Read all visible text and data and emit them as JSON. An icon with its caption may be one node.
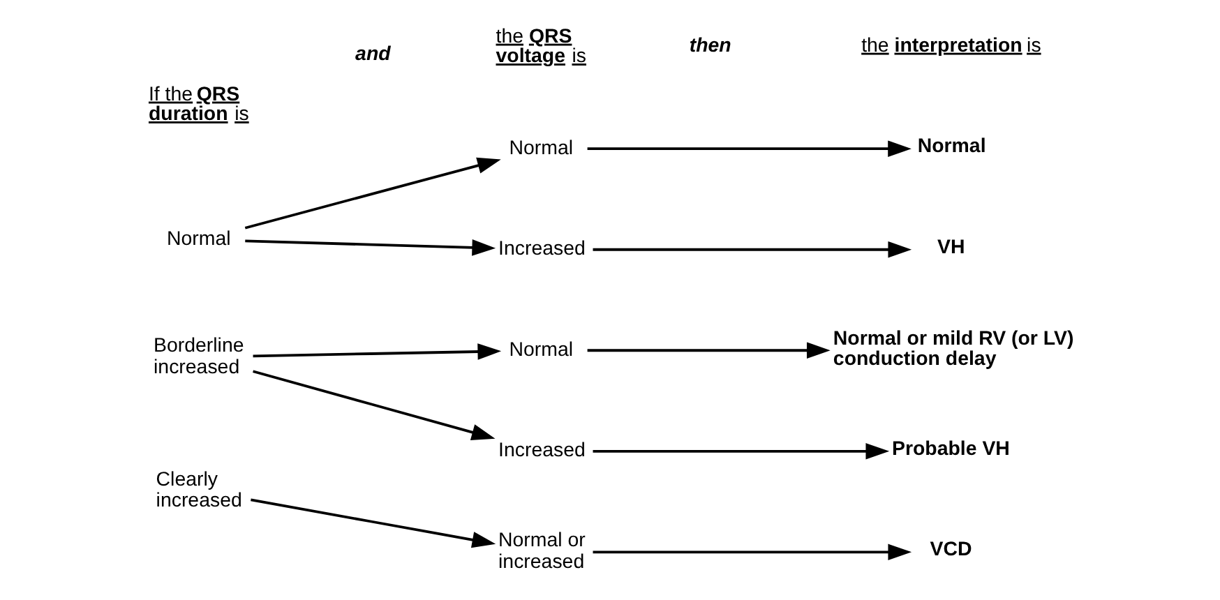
{
  "diagram": {
    "nodes": [
      {
        "text": [
          "Normal"
        ]
      },
      {
        "text": [
          "Normal"
        ]
      },
      {
        "text": [
          "Increased"
        ]
      },
      {
        "text": [
          "Normal"
        ]
      },
      {
        "text": [
          "VH"
        ]
      },
      {
        "text": [
          "Borderline increased"
        ]
      },
      {
        "text": [
          "Normal"
        ]
      },
      {
        "text": [
          "Increased"
        ]
      },
      {
        "text": [
          "Normal or mild RV (or LV) conduction delay"
        ]
      },
      {
        "text": [
          "Probable VH"
        ]
      },
      {
        "text": [
          "Clearly increased"
        ]
      },
      {
        "text": [
          "Normal or increased"
        ]
      },
      {
        "text": [
          "VCD"
        ]
      }
    ],
    "edges": [
      {
        "from": 0,
        "to": 1,
        "arrow": "to"
      },
      {
        "from": 0,
        "to": 2,
        "arrow": "to"
      },
      {
        "from": 1,
        "to": 3,
        "arrow": "to"
      },
      {
        "from": 2,
        "to": 4,
        "arrow": "to"
      },
      {
        "from": 5,
        "to": 6,
        "arrow": "to"
      },
      {
        "from": 5,
        "to": 7,
        "arrow": "to"
      },
      {
        "from": 6,
        "to": 8,
        "arrow": "to"
      },
      {
        "from": 7,
        "to": 9,
        "arrow": "to"
      },
      {
        "from": 10,
        "to": 11,
        "arrow": "to"
      },
      {
        "from": 11,
        "to": 12,
        "arrow": "to"
      }
    ],
    "labels": [
      "If the **QRS duration** is",
      "and",
      "the **QRS voltage** is",
      "then",
      "the **interpretation** is"
    ]
  }
}
